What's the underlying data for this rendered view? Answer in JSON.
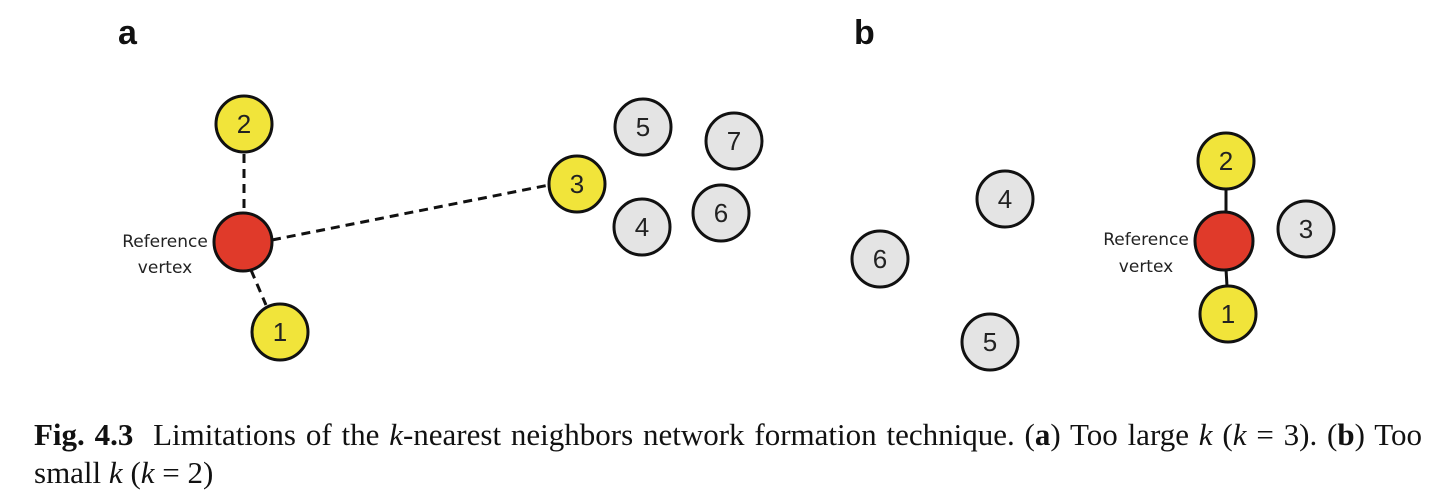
{
  "panels": {
    "a": {
      "letter": "a",
      "reference_label": [
        "Reference",
        "vertex"
      ],
      "neighbors": [
        "1",
        "2",
        "3"
      ],
      "others": [
        "4",
        "5",
        "6",
        "7"
      ]
    },
    "b": {
      "letter": "b",
      "reference_label": [
        "Reference",
        "vertex"
      ],
      "neighbors": [
        "1",
        "2"
      ],
      "others": [
        "3",
        "4",
        "5",
        "6"
      ]
    }
  },
  "colors": {
    "reference": "#e03a2a",
    "neighbor": "#f1e43a",
    "other": "#e4e4e4",
    "stroke": "#111111"
  },
  "caption": {
    "fig_label": "Fig. 4.3",
    "text1": "Limitations of the ",
    "k1": "k",
    "text2": "-nearest neighbors network formation technique. (",
    "a": "a",
    "text3": ") Too large ",
    "k2": "k",
    "text4": " (",
    "k3": "k",
    "text5": " = 3). (",
    "b": "b",
    "text6": ") Too small ",
    "k4": "k",
    "text7": " (",
    "k5": "k",
    "text8": " = 2)"
  }
}
